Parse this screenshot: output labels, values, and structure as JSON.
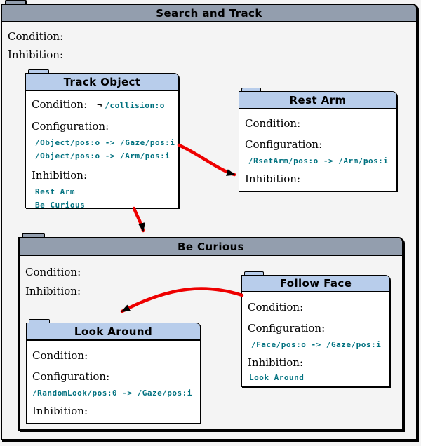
{
  "palette": {
    "page_bg": "#f4f4f4",
    "outer_header_bg": "#939eae",
    "inner_header_bg": "#b8cdeb",
    "mono_color": "#00717f",
    "arrow_red": "#ee0000"
  },
  "outer": {
    "title": "Search and Track",
    "condition_label": "Condition:",
    "inhibition_label": "Inhibition:"
  },
  "track_object": {
    "title": "Track Object",
    "condition_label": "Condition:",
    "condition_neg": "¬",
    "condition_value": "/collision:o",
    "configuration_label": "Configuration:",
    "config_lines": [
      "/Object/pos:o -> /Gaze/pos:i",
      "/Object/pos:o -> /Arm/pos:i"
    ],
    "inhibition_label": "Inhibition:",
    "inhibition_entries": [
      "Rest Arm",
      "Be Curious"
    ]
  },
  "rest_arm": {
    "title": "Rest Arm",
    "condition_label": "Condition:",
    "configuration_label": "Configuration:",
    "config_lines": [
      "/RsetArm/pos:o -> /Arm/pos:i"
    ],
    "inhibition_label": "Inhibition:"
  },
  "be_curious": {
    "title": "Be Curious",
    "condition_label": "Condition:",
    "inhibition_label": "Inhibition:"
  },
  "look_around": {
    "title": "Look Around",
    "condition_label": "Condition:",
    "configuration_label": "Configuration:",
    "config_lines": [
      "/RandomLook/pos:0 -> /Gaze/pos:i"
    ],
    "inhibition_label": "Inhibition:"
  },
  "follow_face": {
    "title": "Follow Face",
    "condition_label": "Condition:",
    "configuration_label": "Configuration:",
    "config_lines": [
      "/Face/pos:o -> /Gaze/pos:i"
    ],
    "inhibition_label": "Inhibition:",
    "inhibition_entries": [
      "Look Around"
    ]
  },
  "edges": [
    {
      "from": "Track Object",
      "to": "Rest Arm"
    },
    {
      "from": "Track Object",
      "to": "Be Curious"
    },
    {
      "from": "Follow Face",
      "to": "Look Around"
    }
  ]
}
